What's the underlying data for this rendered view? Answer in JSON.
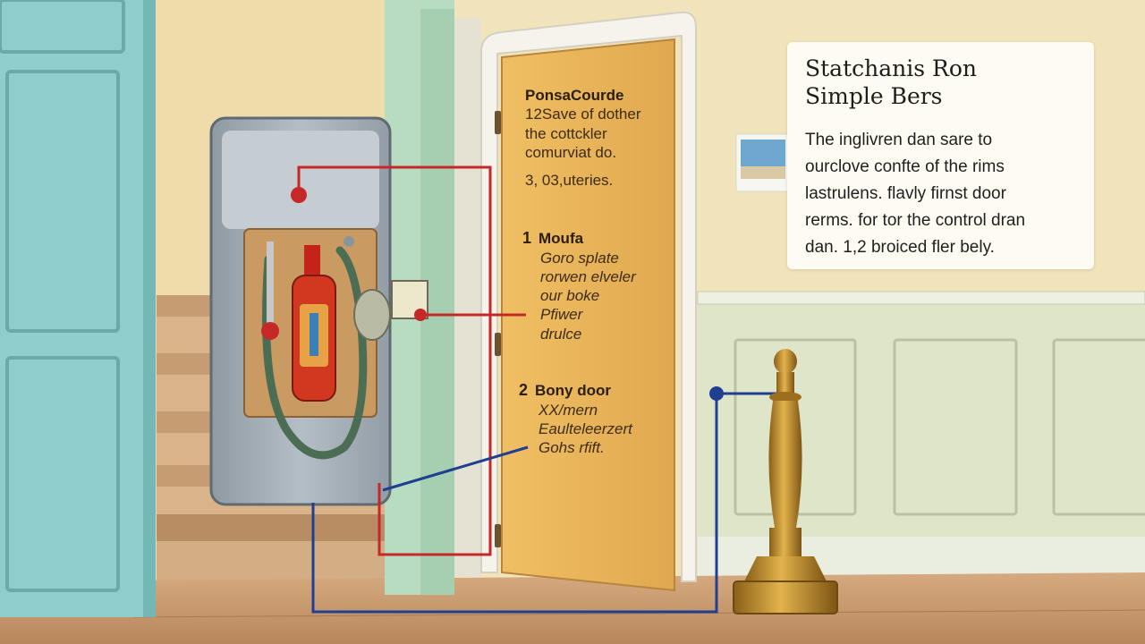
{
  "info_card": {
    "title_line1": "Statchanis Ron",
    "title_line2": "Simple Bers",
    "body_lines": [
      "The inglivren dan sare to",
      "ourclove confte of the rims",
      "lastrulens. flavly firnst door",
      "rerms. for tor the control dran",
      "dan. 1,2 broiced fler bely."
    ]
  },
  "door_labels": {
    "top": {
      "heading": "PonsaCourde",
      "lines": [
        "12Save of dother",
        "the cottckler",
        "comurviat do."
      ],
      "value": "3, 03,uteries."
    },
    "step1": {
      "number": "1",
      "heading": "Moufa",
      "lines": [
        "Goro splate",
        "rorwen elveler",
        "our boke",
        "Pfiwer",
        "drulce"
      ]
    },
    "step2": {
      "number": "2",
      "heading": "Bony door",
      "lines": [
        "XX/mern",
        "Eaulteleerzert",
        "Gohs rfift."
      ]
    }
  },
  "colors": {
    "wall": "#f1e3b8",
    "wainscot": "#dfe5c9",
    "floor": "#c79a70",
    "teal_door": "#8fcdcb",
    "mint_frame": "#b7dcc1",
    "wood_door": "#e7b25a",
    "panel_gray": "#a9b3bb",
    "wire_red": "#c62828",
    "wire_blue": "#1f3f93",
    "finial_gold": "#c9962e",
    "extinguisher_red": "#d23a22",
    "hose_green": "#4b6e55"
  }
}
